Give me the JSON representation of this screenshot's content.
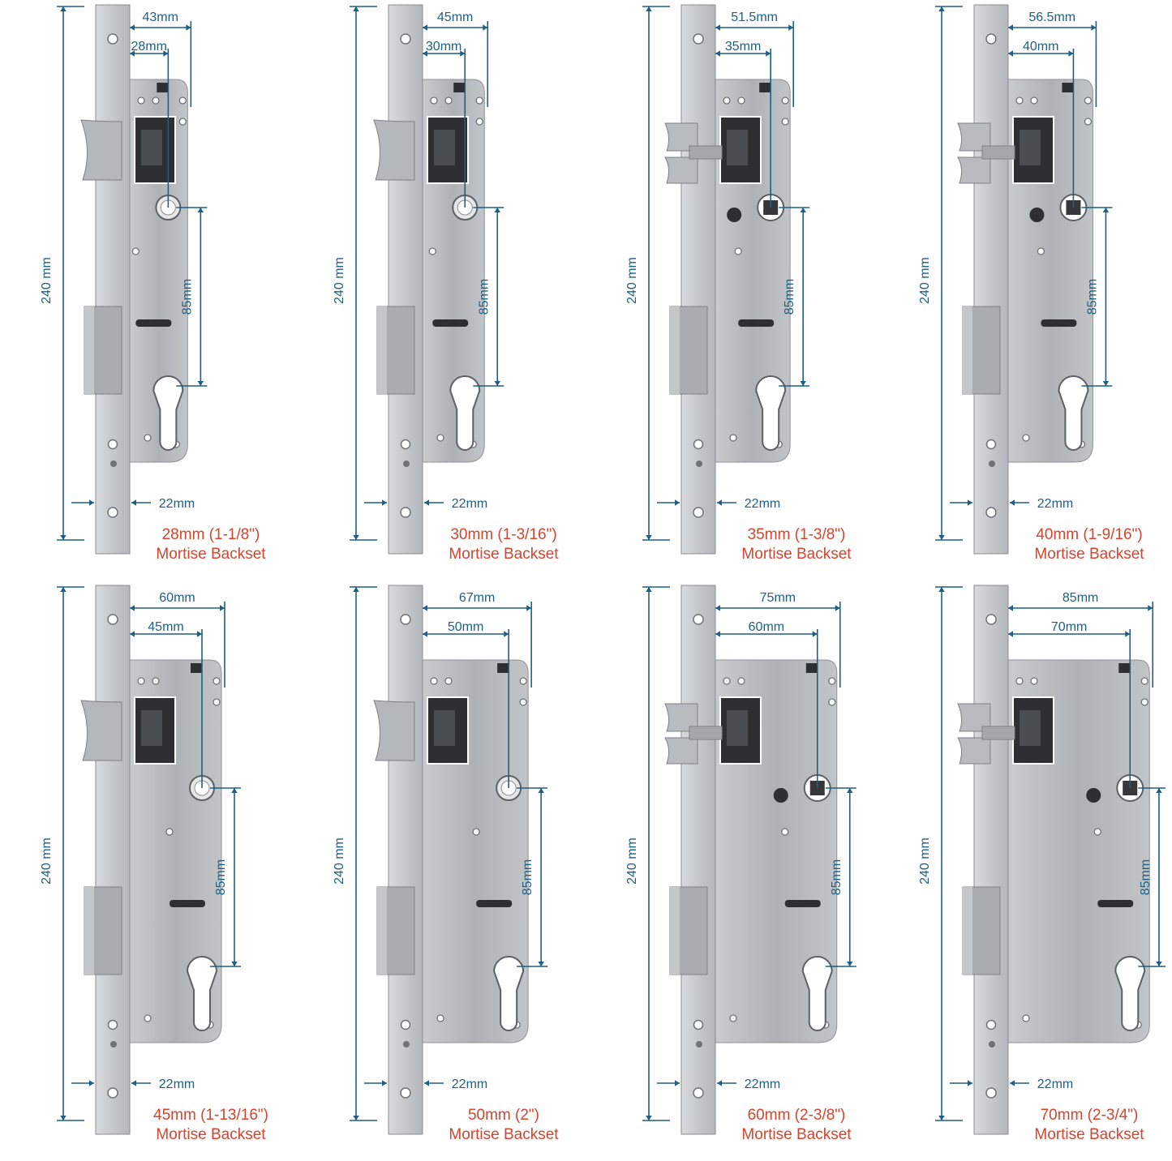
{
  "colors": {
    "dimension": "#1d5f86",
    "caption": "#d9432c",
    "steel": "#b9bcc0"
  },
  "locks": [
    {
      "backset": "28mm (1-1/8\")",
      "subtitle": "Mortise Backset",
      "height": "240 mm",
      "overall": "43mm",
      "backset_dim": "28mm",
      "spacing": "85mm",
      "faceplate": "22mm",
      "variant": "single",
      "follower": "round"
    },
    {
      "backset": "30mm (1-3/16\")",
      "subtitle": "Mortise Backset",
      "height": "240 mm",
      "overall": "45mm",
      "backset_dim": "30mm",
      "spacing": "85mm",
      "faceplate": "22mm",
      "variant": "single",
      "follower": "round"
    },
    {
      "backset": "35mm (1-3/8\")",
      "subtitle": "Mortise Backset",
      "height": "240 mm",
      "overall": "51.5mm",
      "backset_dim": "35mm",
      "spacing": "85mm",
      "faceplate": "22mm",
      "variant": "double",
      "follower": "square"
    },
    {
      "backset": "40mm (1-9/16\")",
      "subtitle": "Mortise Backset",
      "height": "240 mm",
      "overall": "56.5mm",
      "backset_dim": "40mm",
      "spacing": "85mm",
      "faceplate": "22mm",
      "variant": "double",
      "follower": "square"
    },
    {
      "backset": "45mm (1-13/16\")",
      "subtitle": "Mortise Backset",
      "height": "240 mm",
      "overall": "60mm",
      "backset_dim": "45mm",
      "spacing": "85mm",
      "faceplate": "22mm",
      "variant": "single",
      "follower": "round"
    },
    {
      "backset": "50mm (2\")",
      "subtitle": "Mortise Backset",
      "height": "240 mm",
      "overall": "67mm",
      "backset_dim": "50mm",
      "spacing": "85mm",
      "faceplate": "22mm",
      "variant": "single",
      "follower": "round"
    },
    {
      "backset": "60mm (2-3/8\")",
      "subtitle": "Mortise Backset",
      "height": "240 mm",
      "overall": "75mm",
      "backset_dim": "60mm",
      "spacing": "85mm",
      "faceplate": "22mm",
      "variant": "double",
      "follower": "square"
    },
    {
      "backset": "70mm (2-3/4\")",
      "subtitle": "Mortise Backset",
      "height": "240 mm",
      "overall": "85mm",
      "backset_dim": "70mm",
      "spacing": "85mm",
      "faceplate": "22mm",
      "variant": "double",
      "follower": "square"
    }
  ]
}
